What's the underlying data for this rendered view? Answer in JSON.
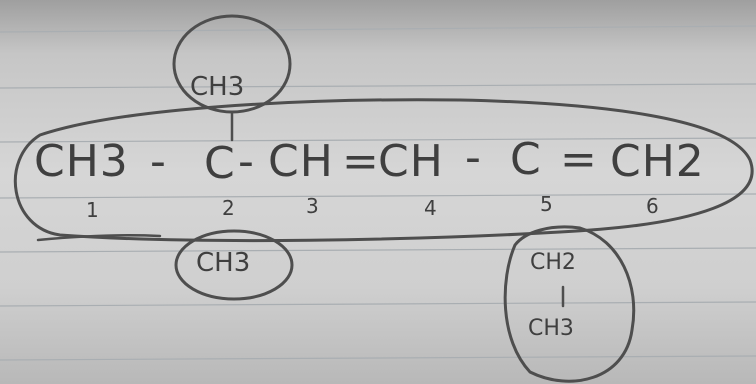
{
  "formula": {
    "top_substituent": "CH3",
    "main_chain": [
      {
        "group": "CH3",
        "number": "1"
      },
      {
        "group": "C",
        "number": "2"
      },
      {
        "group": "CH",
        "number": "3"
      },
      {
        "group": "CH",
        "number": "4"
      },
      {
        "group": "C",
        "number": "5"
      },
      {
        "group": "CH2",
        "number": "6"
      }
    ],
    "bonds": [
      "-",
      "-",
      "=",
      "-",
      "="
    ],
    "bottom_substituent_c2": "CH3",
    "ethyl_substituent_c5": [
      "CH2",
      "CH3"
    ]
  }
}
